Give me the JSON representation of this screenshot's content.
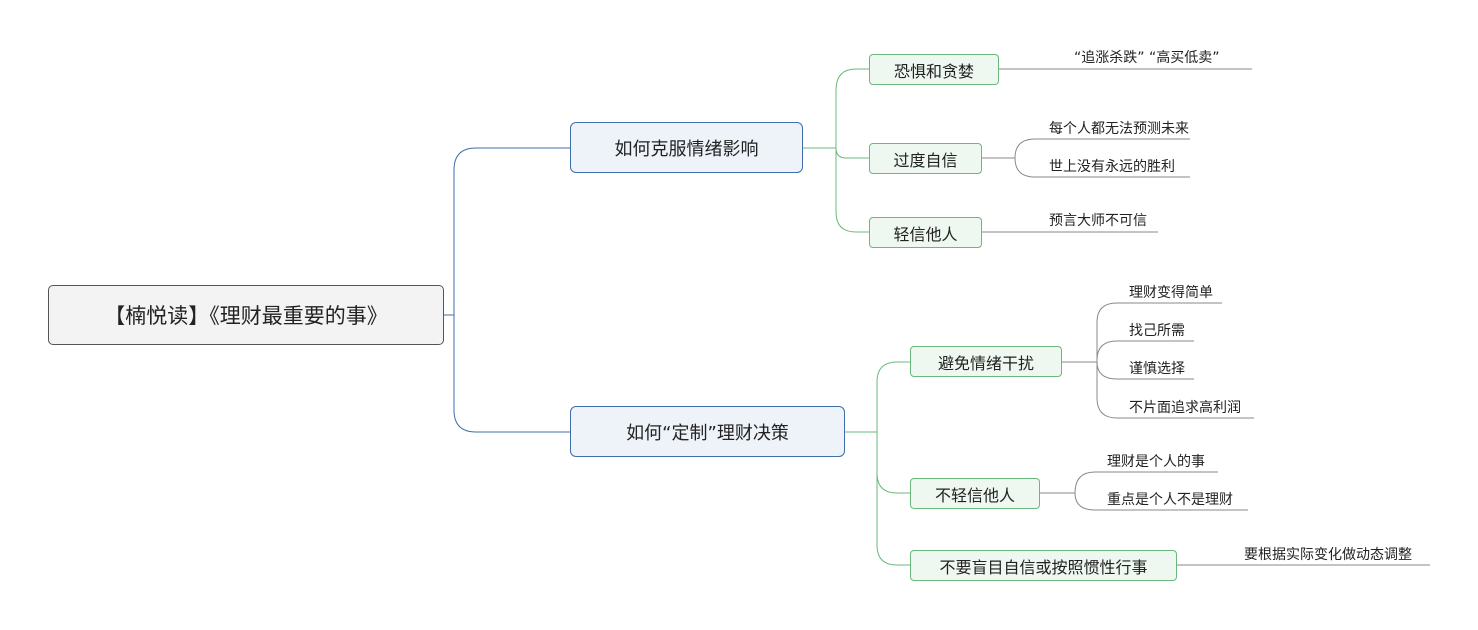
{
  "root": "【楠悦读】《理财最重要的事》",
  "branches": [
    {
      "label": "如何克服情绪影响",
      "children": [
        {
          "label": "恐惧和贪婪",
          "leaves": [
            "“追涨杀跌”  “高买低卖”"
          ]
        },
        {
          "label": "过度自信",
          "leaves": [
            "每个人都无法预测未来",
            "世上没有永远的胜利"
          ]
        },
        {
          "label": "轻信他人",
          "leaves": [
            "预言大师不可信"
          ]
        }
      ]
    },
    {
      "label": "如何“定制”理财决策",
      "children": [
        {
          "label": "避免情绪干扰",
          "leaves": [
            "理财变得简单",
            "找己所需",
            "谨慎选择",
            "不片面追求高利润"
          ]
        },
        {
          "label": "不轻信他人",
          "leaves": [
            "理财是个人的事",
            "重点是个人不是理财"
          ]
        },
        {
          "label": "不要盲目自信或按照惯性行事",
          "leaves": [
            "要根据实际变化做动态调整"
          ]
        }
      ]
    }
  ],
  "colors": {
    "level1": "#3f6ea8",
    "level2": "#6ab87c",
    "leafline": "#8a8a8a"
  }
}
